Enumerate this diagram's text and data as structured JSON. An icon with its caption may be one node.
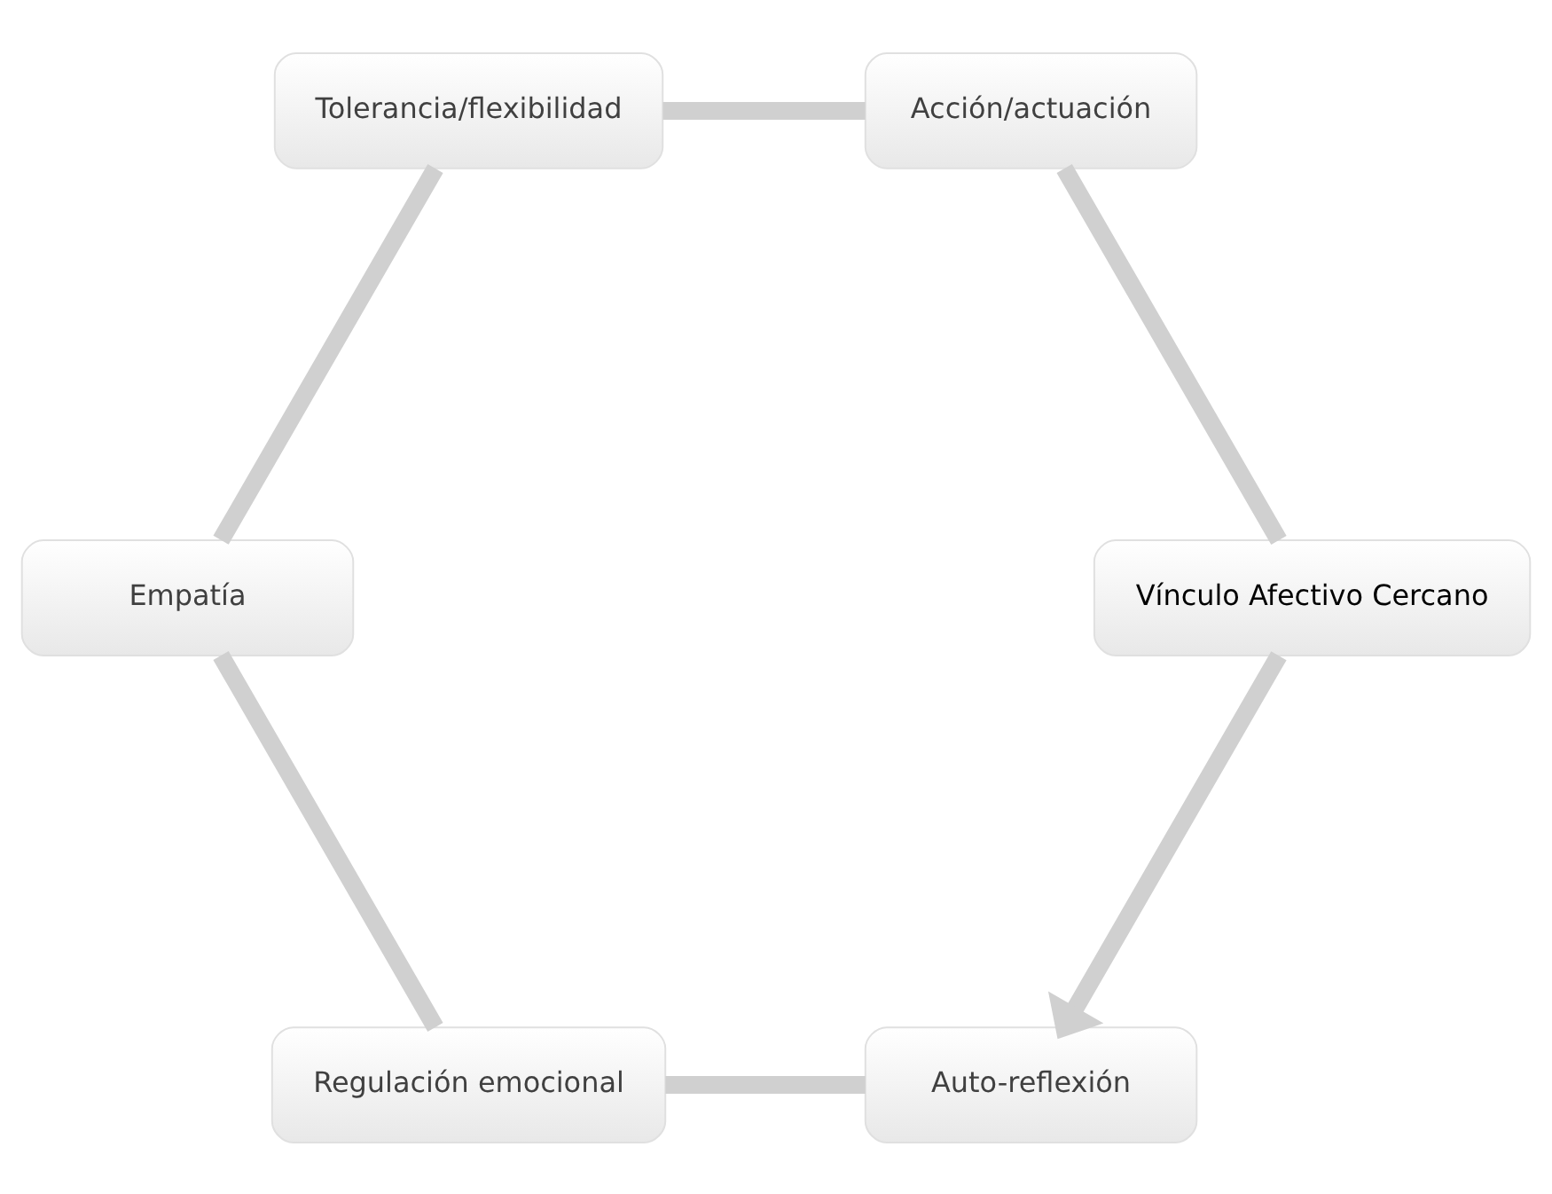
{
  "diagram": {
    "nodes": [
      {
        "text": [
          "Auto-reflexión"
        ]
      },
      {
        "text": [
          "Vínculo Afectivo Cercano"
        ]
      },
      {
        "text": [
          "Regulación emocional"
        ]
      },
      {
        "text": [
          "Empatía"
        ]
      },
      {
        "text": [
          "Acción/actuación"
        ]
      },
      {
        "text": [
          "Tolerancia/flexibilidad"
        ]
      }
    ],
    "edges": [
      {
        "from": 1,
        "to": 0,
        "arrow": "to"
      },
      {
        "from": 0,
        "to": 2,
        "arrow": "none"
      },
      {
        "from": 2,
        "to": 3,
        "arrow": "none"
      },
      {
        "from": 3,
        "to": 5,
        "arrow": "none"
      },
      {
        "from": 5,
        "to": 4,
        "arrow": "none"
      },
      {
        "from": 4,
        "to": 1,
        "arrow": "none"
      }
    ]
  }
}
